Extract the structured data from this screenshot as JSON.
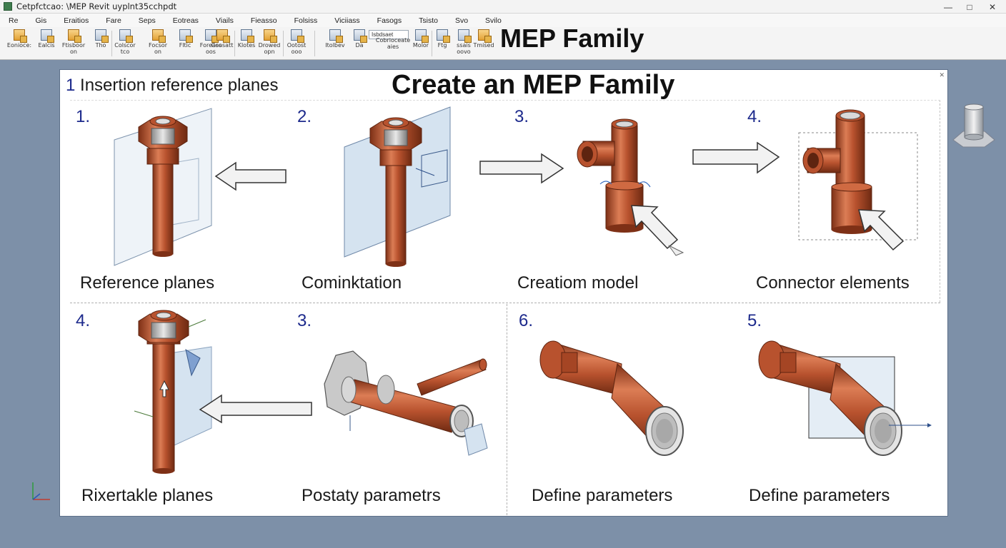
{
  "window": {
    "title": "Cetpfctcao: \\MEP Revit  uyplnt35cchpdt",
    "controls": [
      "—",
      "□",
      "✕"
    ]
  },
  "menu": [
    "Re",
    "Gis",
    "Eraitios",
    "Fare",
    "Seps",
    "Eotreas",
    "Viails",
    "Fieasso",
    "Folsiss",
    "Viciiass",
    "Fasogs",
    "Tsisto",
    "Svo",
    "Svilo"
  ],
  "ribbon": {
    "buttons": [
      {
        "label1": "Eonioce:",
        "label2": ""
      },
      {
        "label1": "Ealcis",
        "label2": ""
      },
      {
        "label1": "Ftisboor",
        "label2": "on"
      },
      {
        "label1": "Tho",
        "label2": ""
      },
      {
        "label1": "Colscor",
        "label2": "tco"
      },
      {
        "label1": "Focsor",
        "label2": "on"
      },
      {
        "label1": "Fltic",
        "label2": ""
      },
      {
        "label1": "Foreass",
        "label2": "oos"
      },
      {
        "label1": "Coosatt",
        "label2": ""
      },
      {
        "label1": "Klotes",
        "label2": ""
      },
      {
        "label1": "Drowed",
        "label2": "opn"
      },
      {
        "label1": "Ootost",
        "label2": "ooo"
      },
      {
        "label1": "Itolbev",
        "label2": ""
      },
      {
        "label1": "",
        "label2": "Da"
      },
      {
        "label1": "Cobrioceate",
        "label2": "aies"
      },
      {
        "label1": "Molor",
        "label2": ""
      },
      {
        "label1": "",
        "label2": "Ftg"
      },
      {
        "label1": "ssais",
        "label2": "oovo"
      },
      {
        "label1": "Tmised",
        "label2": ""
      }
    ],
    "field": "Isbdsaet",
    "big_title": "MEP Family"
  },
  "panel": {
    "header_num": "1",
    "header_text": "Insertion reference planes",
    "title": "Create an MEP Family",
    "steps": [
      {
        "num": "1.",
        "caption": "Reference planes"
      },
      {
        "num": "2.",
        "caption": "Cominktation"
      },
      {
        "num": "3.",
        "caption": "Creatiom model"
      },
      {
        "num": "4.",
        "caption": "Connector elements"
      },
      {
        "num": "4.",
        "caption": "Rixertakle planes"
      },
      {
        "num": "3.",
        "caption": "Postaty parametrs"
      },
      {
        "num": "6.",
        "caption": "Define parameters"
      },
      {
        "num": "5.",
        "caption": "Define parameters"
      }
    ]
  },
  "colors": {
    "pipe": "#b8522e",
    "pipe_dark": "#7e3016",
    "pipe_light": "#dc7d55",
    "plane": "#d5e3f0",
    "accent_blue": "#1d2a8c",
    "background": "#7d90a8"
  },
  "icons": [
    "app-icon",
    "viewcube-icon",
    "axis-icon",
    "close-icon"
  ]
}
